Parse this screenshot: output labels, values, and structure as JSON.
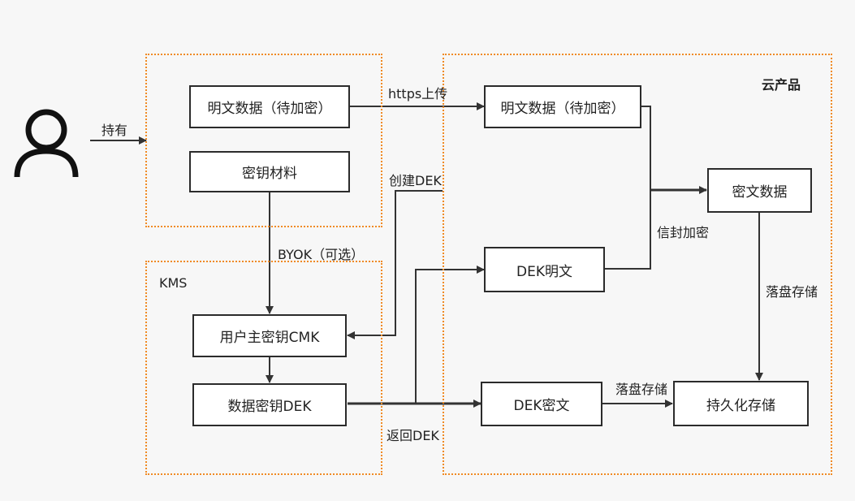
{
  "zones": {
    "cloud_title": "云产品",
    "kms_title": "KMS"
  },
  "user": {
    "hold_label": "持有"
  },
  "boxes": {
    "plaintext_data_left": "明文数据（待加密）",
    "key_material": "密钥材料",
    "cmk": "用户主密钥CMK",
    "dek": "数据密钥DEK",
    "plaintext_data_right": "明文数据（待加密）",
    "dek_plain": "DEK明文",
    "ciphertext_data": "密文数据",
    "dek_cipher": "DEK密文",
    "persistent_storage": "持久化存储"
  },
  "edges": {
    "https_upload": "https上传",
    "create_dek": "创建DEK",
    "byok": "BYOK（可选）",
    "envelope_encrypt": "信封加密",
    "disk_store_right": "落盘存储",
    "disk_store_bottom": "落盘存储",
    "return_dek": "返回DEK"
  },
  "colors": {
    "zone_border": "#f08a24",
    "box_border": "#2b2b2b",
    "arrow": "#333333"
  }
}
